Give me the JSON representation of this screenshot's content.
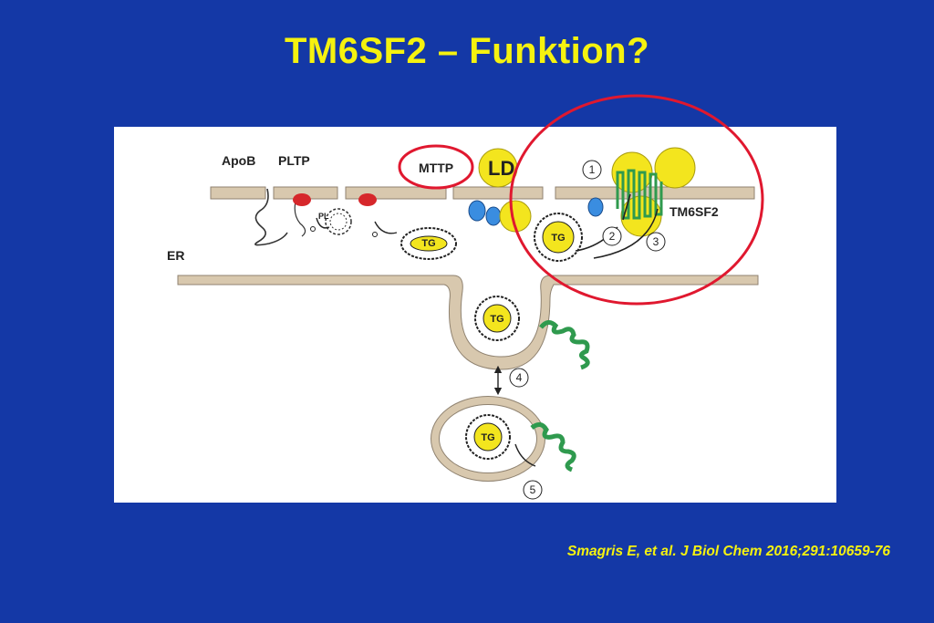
{
  "slide": {
    "title": "TM6SF2 – Funktion?",
    "citation": "Smagris E, et al. J Biol Chem 2016;291:10659-76"
  },
  "diagram": {
    "labels": {
      "apob": "ApoB",
      "pltp": "PLTP",
      "pl": "PL",
      "mttp": "MTTP",
      "ld": "LD",
      "er": "ER",
      "tm6sf2": "TM6SF2",
      "tg": "TG"
    },
    "steps": [
      "1",
      "2",
      "3",
      "4",
      "5"
    ]
  },
  "colors": {
    "background": "#1438a6",
    "title": "#f5f20f",
    "highlight_circle": "#e0182f",
    "membrane": "#d8c8ae",
    "lipid_droplet": "#f3e51e",
    "tm6sf2": "#2f9a4e",
    "mttp": "#3a8de0",
    "pltp": "#d6272b"
  }
}
